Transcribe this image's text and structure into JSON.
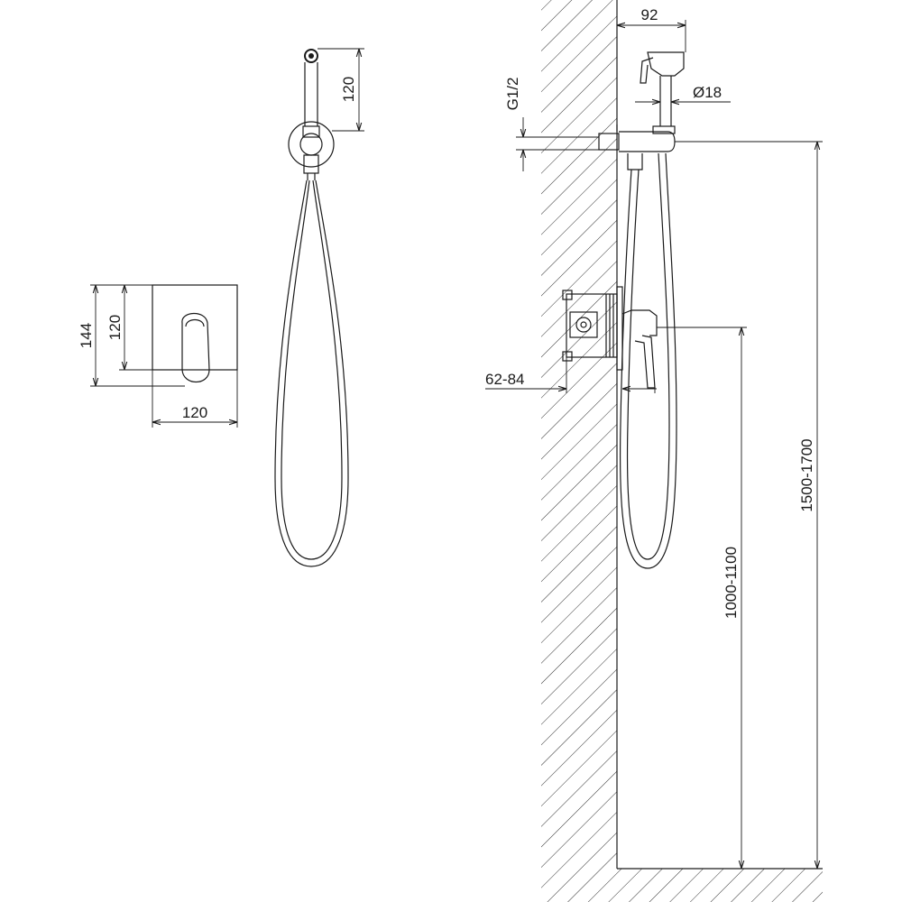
{
  "dimensions": {
    "spray_height": "120",
    "panel_total_height": "144",
    "panel_height": "120",
    "panel_width": "120",
    "depth": "92",
    "thread": "G1/2",
    "hose_diameter": "Ø18",
    "wall_depth": "62-84",
    "mixer_height": "1000-1100",
    "holder_height": "1500-1700"
  },
  "colors": {
    "line": "#1a1a1a",
    "background": "#ffffff"
  }
}
